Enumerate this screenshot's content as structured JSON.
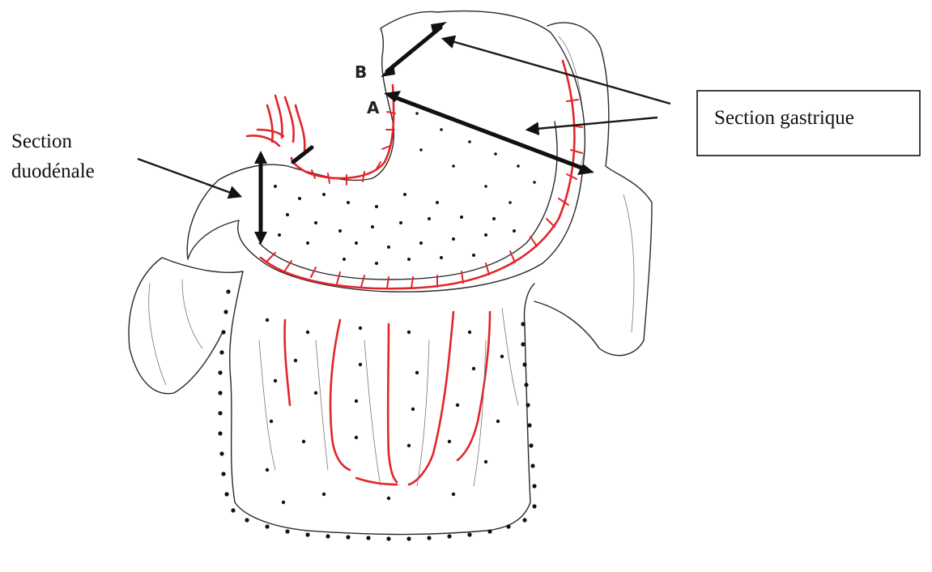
{
  "labels": {
    "gastric_section": "Section gastrique",
    "duodenal_section_line1": "Section",
    "duodenal_section_line2": "duodénale",
    "point_a": "A",
    "point_b": "B"
  },
  "colors": {
    "outline": "#2a2a2a",
    "vessel": "#e0262b",
    "dots": "#111111",
    "arrow": "#1a1a1a"
  }
}
